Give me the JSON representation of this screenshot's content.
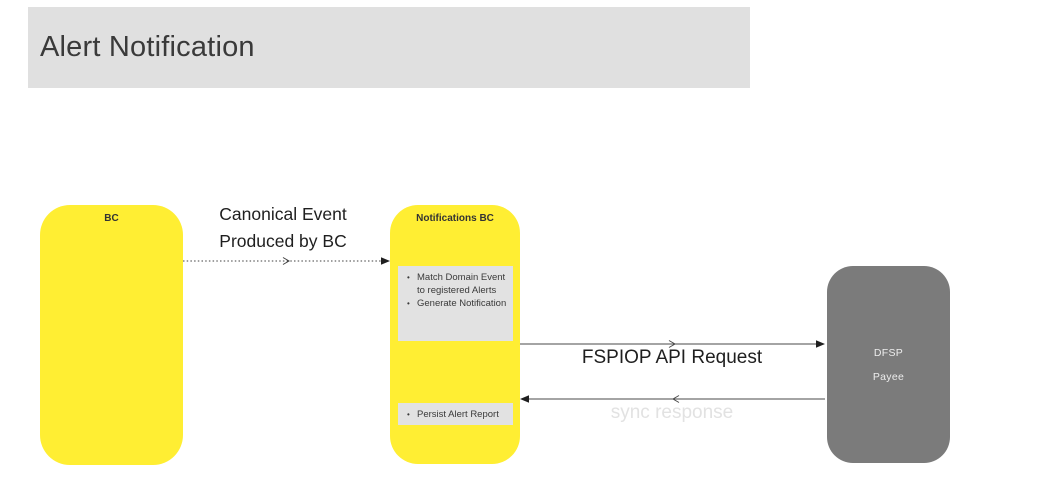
{
  "page": {
    "title": "Alert Notification"
  },
  "diagram": {
    "bc_box": {
      "label": "BC"
    },
    "canonical_arrow": {
      "label_line1": "Canonical Event",
      "label_line2": "Produced by BC",
      "style": "dashed, left-to-right"
    },
    "notifications_box": {
      "label": "Notifications BC",
      "task_group_1": [
        "Match Domain Event to registered Alerts",
        "Generate Notification"
      ],
      "task_group_2": [
        "Persist Alert Report"
      ]
    },
    "request_arrow": {
      "label": "FSPIOP API Request",
      "style": "solid, left-to-right"
    },
    "response_arrow": {
      "label": "sync response",
      "style": "solid, right-to-left"
    },
    "dfsp_box": {
      "label_line1": "DFSP",
      "label_line2": "Payee"
    }
  },
  "colors": {
    "component_yellow": "#FFEE33",
    "header_gray": "#E0E0E0",
    "task_box_gray": "#E2E2E2",
    "dfsp_gray": "#7B7B7B",
    "sync_label_gray": "#E2E2E2",
    "text_dark": "#1F1F1F"
  }
}
